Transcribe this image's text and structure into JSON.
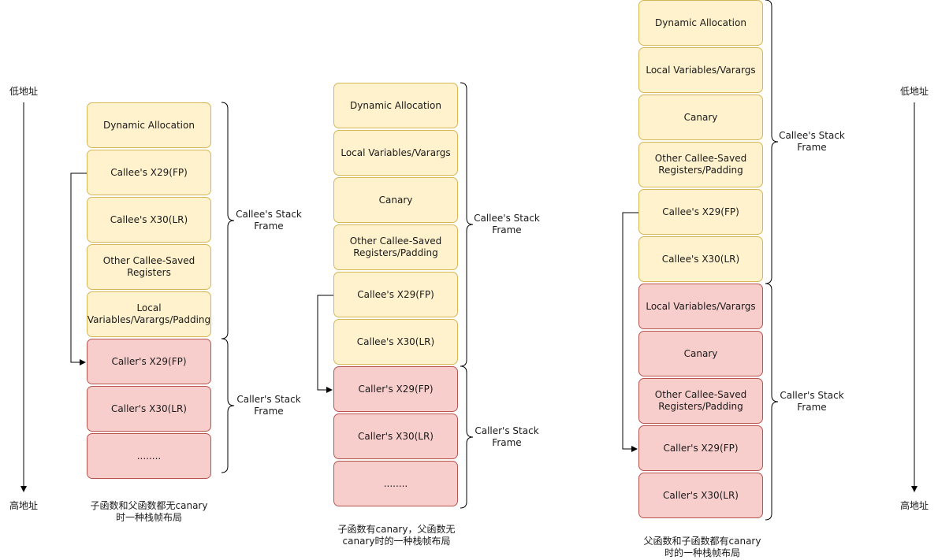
{
  "axes": {
    "low_label": "低地址",
    "high_label": "高地址"
  },
  "diagram1": {
    "callee_boxes": [
      "Dynamic Allocation",
      "Callee's X29(FP)",
      "Callee's X30(LR)",
      "Other Callee-Saved\nRegisters",
      "Local\nVariables/Varargs/Padding"
    ],
    "caller_boxes": [
      "Caller's X29(FP)",
      "Caller's X30(LR)",
      "........"
    ],
    "callee_brace_label": "Callee's Stack\nFrame",
    "caller_brace_label": "Caller's Stack\nFrame",
    "caption": "子函数和父函数都无canary\n时一种栈帧布局"
  },
  "diagram2": {
    "callee_boxes": [
      "Dynamic Allocation",
      "Local Variables/Varargs",
      "Canary",
      "Other Callee-Saved\nRegisters/Padding",
      "Callee's X29(FP)",
      "Callee's X30(LR)"
    ],
    "caller_boxes": [
      "Caller's X29(FP)",
      "Caller's X30(LR)",
      "........"
    ],
    "callee_brace_label": "Callee's Stack\nFrame",
    "caller_brace_label": "Caller's Stack\nFrame",
    "caption": "子函数有canary，父函数无\ncanary时的一种栈帧布局"
  },
  "diagram3": {
    "callee_boxes": [
      "Dynamic Allocation",
      "Local Variables/Varargs",
      "Canary",
      "Other Callee-Saved\nRegisters/Padding",
      "Callee's X29(FP)",
      "Callee's X30(LR)"
    ],
    "caller_boxes": [
      "Local Variables/Varargs",
      "Canary",
      "Other Callee-Saved\nRegisters/Padding",
      "Caller's X29(FP)",
      "Caller's X30(LR)"
    ],
    "callee_brace_label": "Callee's Stack\nFrame",
    "caller_brace_label": "Caller's Stack\nFrame",
    "caption": "父函数和子函数都有canary\n时的一种栈帧布局"
  },
  "colors": {
    "callee_fill": "#fff2cc",
    "callee_stroke": "#d6b656",
    "caller_fill": "#f8cecc",
    "caller_stroke": "#b85450"
  }
}
